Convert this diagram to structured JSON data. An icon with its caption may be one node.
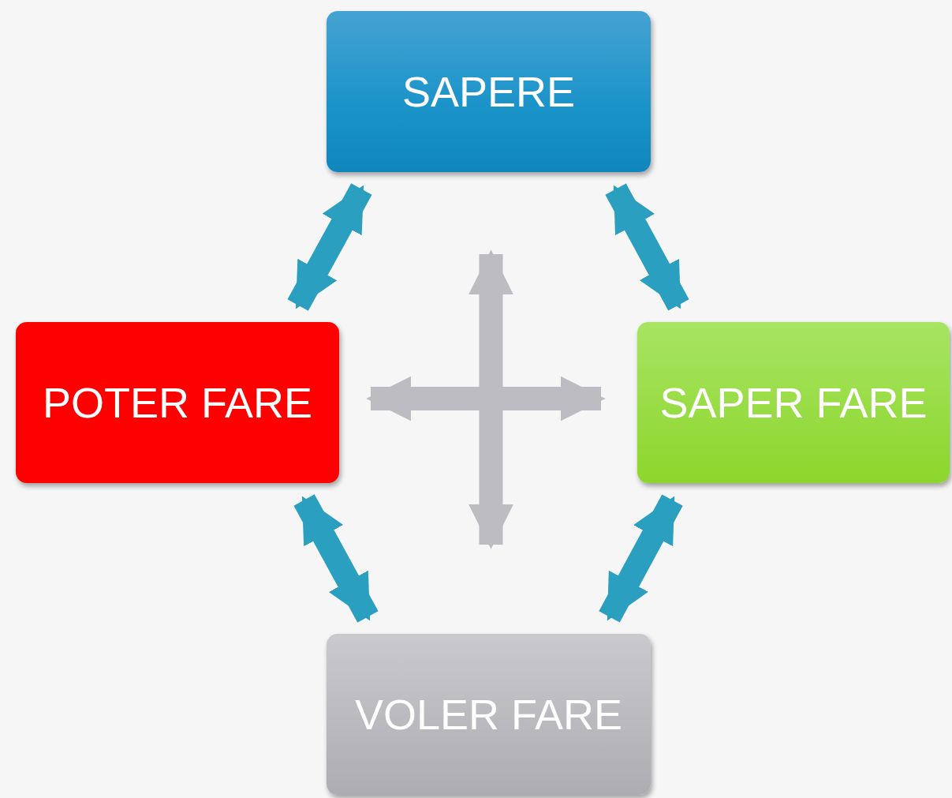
{
  "diagram": {
    "nodes": [
      {
        "text": [
          "SAPERE"
        ]
      },
      {
        "text": [
          "POTER FARE"
        ]
      },
      {
        "text": [
          "SAPER FARE"
        ]
      },
      {
        "text": [
          "VOLER FARE"
        ]
      }
    ],
    "edges": [
      {
        "from": 0,
        "to": 1,
        "arrow": "both"
      },
      {
        "from": 0,
        "to": 2,
        "arrow": "both"
      },
      {
        "from": 1,
        "to": 3,
        "arrow": "both"
      },
      {
        "from": 2,
        "to": 3,
        "arrow": "both"
      },
      {
        "from": 0,
        "to": 3,
        "arrow": "both",
        "color": "#bcbcc2"
      },
      {
        "from": 1,
        "to": 2,
        "arrow": "both",
        "color": "#bcbcc2"
      }
    ]
  }
}
